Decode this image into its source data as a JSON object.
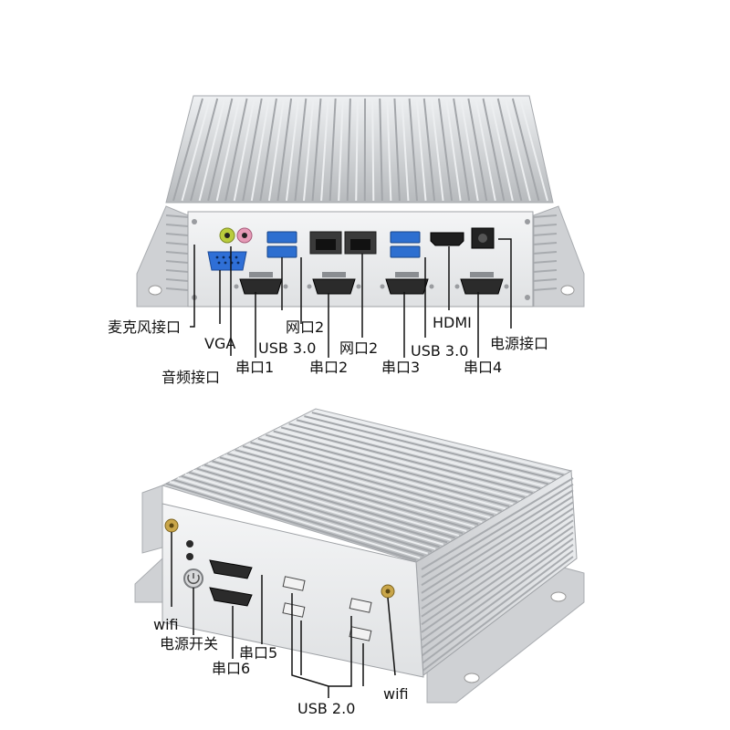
{
  "top_unit": {
    "labels": {
      "mic": "麦克风接口",
      "vga": "VGA",
      "audio": "音频接口",
      "usb_left": "USB 3.0",
      "lan2_a": "网口2",
      "com1": "串口1",
      "lan2_b": "网口2",
      "com2": "串口2",
      "usb_right": "USB 3.0",
      "com3": "串口3",
      "hdmi": "HDMI",
      "com4": "串口4",
      "power_port": "电源接口"
    }
  },
  "bottom_unit": {
    "labels": {
      "wifi_left": "wifi",
      "power_switch": "电源开关",
      "com5": "串口5",
      "com6": "串口6",
      "usb2": "USB 2.0",
      "wifi_right": "wifi"
    }
  },
  "colors": {
    "chassis": "#d9dadc",
    "chassis_dark": "#b9bbbe",
    "fin": "#c8cacd",
    "vga_blue": "#2f6fd6",
    "usb3_blue": "#2d6fd0",
    "audio_green": "#b9cc3c",
    "audio_pink": "#e59ab6",
    "connector_dark": "#2b2b2b",
    "leader_line": "#111111"
  }
}
